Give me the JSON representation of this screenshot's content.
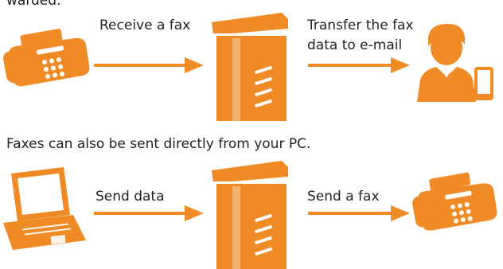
{
  "colors": {
    "accent": "#f08a24",
    "text": "#231f20"
  },
  "cut_text": "warded.",
  "row1": {
    "receive_label": "Receive a fax",
    "transfer_line1": "Transfer the fax",
    "transfer_line2": "data to e-mail"
  },
  "note": "Faxes can also be sent directly from your PC.",
  "row2": {
    "send_data_label": "Send data",
    "send_fax_label": "Send a fax"
  },
  "icons": [
    "fax-machine-icon",
    "multifunction-printer-icon",
    "user-with-phone-icon",
    "laptop-icon",
    "multifunction-printer-icon",
    "fax-machine-icon"
  ]
}
